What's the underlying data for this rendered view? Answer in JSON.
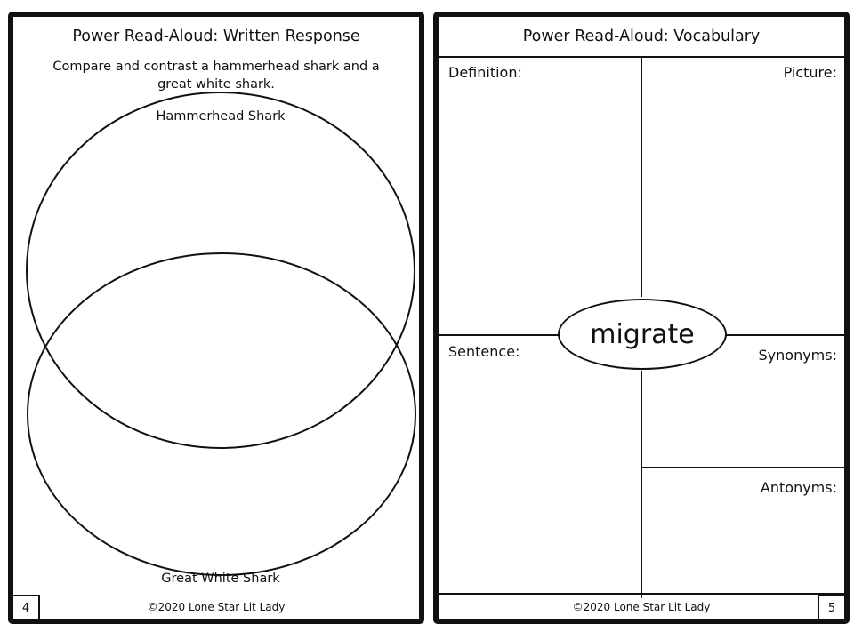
{
  "left_card": {
    "title_prefix": "Power Read-Aloud:",
    "title_underlined": "Written Response",
    "prompt": "Compare and contrast a hammerhead shark and a great white shark.",
    "venn_top_label": "Hammerhead Shark",
    "venn_bottom_label": "Great White Shark",
    "copyright": "©2020 Lone Star Lit Lady",
    "page_number": "4"
  },
  "right_card": {
    "title_prefix": "Power Read-Aloud:",
    "title_underlined": "Vocabulary",
    "definition_label": "Definition:",
    "picture_label": "Picture:",
    "sentence_label": "Sentence:",
    "synonyms_label": "Synonyms:",
    "antonyms_label": "Antonyms:",
    "word": "migrate",
    "copyright": "©2020 Lone Star Lit Lady",
    "page_number": "5"
  }
}
